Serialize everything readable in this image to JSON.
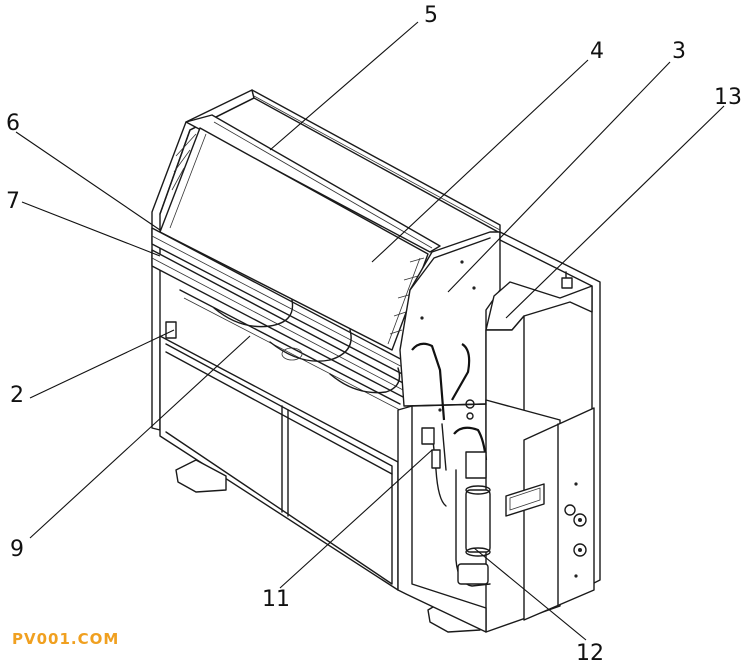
{
  "callouts": [
    {
      "id": "c5",
      "label": "5"
    },
    {
      "id": "c4",
      "label": "4"
    },
    {
      "id": "c3",
      "label": "3"
    },
    {
      "id": "c13",
      "label": "13"
    },
    {
      "id": "c6",
      "label": "6"
    },
    {
      "id": "c7",
      "label": "7"
    },
    {
      "id": "c2",
      "label": "2"
    },
    {
      "id": "c9",
      "label": "9"
    },
    {
      "id": "c11",
      "label": "11"
    },
    {
      "id": "c12",
      "label": "12"
    }
  ],
  "watermark": {
    "text": "PV001.COM",
    "color": "#f0a020"
  },
  "colors": {
    "ink": "#1a1a1a",
    "background": "#ffffff"
  }
}
